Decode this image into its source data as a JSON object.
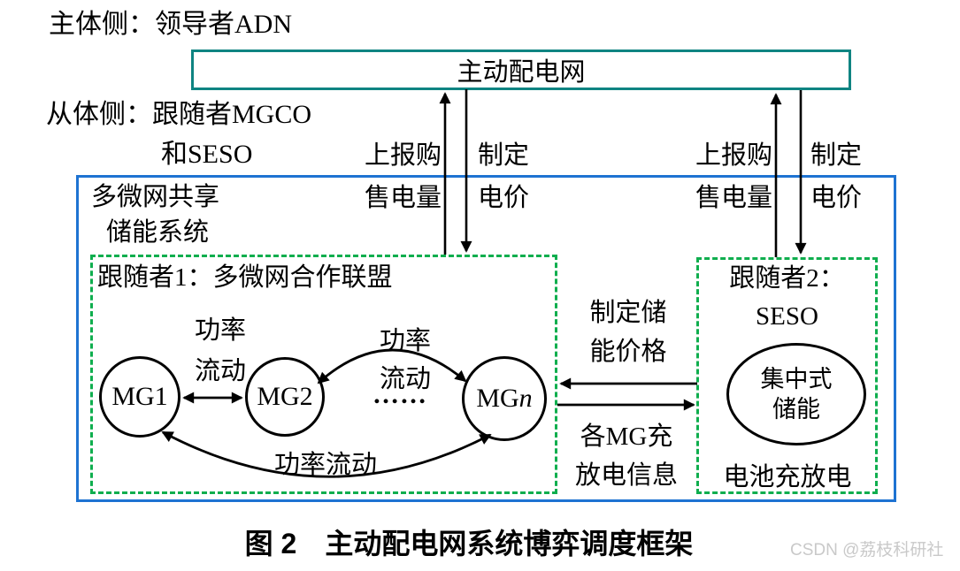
{
  "colors": {
    "teal": "#0f8482",
    "blue": "#1e73d2",
    "green": "#0fae4e",
    "black": "#000000",
    "watermark": "#c9c9c9"
  },
  "header": {
    "leader_label": "主体侧：领导者ADN",
    "adn_box": "主动配电网",
    "follower_line1": "从体侧：跟随者MGCO",
    "follower_line2": "和SESO"
  },
  "flows": {
    "report_left": {
      "line1": "上报购",
      "line2": "售电量"
    },
    "price_left": {
      "line1": "制定",
      "line2": "电价"
    },
    "report_right": {
      "line1": "上报购",
      "line2": "售电量"
    },
    "price_right": {
      "line1": "制定",
      "line2": "电价"
    },
    "storage_price": {
      "line1": "制定储",
      "line2": "能价格"
    },
    "mg_info": {
      "line1": "各MG充",
      "line2": "放电信息"
    }
  },
  "system_box": {
    "title_line1": "多微网共享",
    "title_line2": "储能系统"
  },
  "mgco_box": {
    "title": "跟随者1：多微网合作联盟",
    "power_flow_top": {
      "line1": "功率",
      "line2": "流动"
    },
    "power_flow_mid": {
      "line1": "功率",
      "line2": "流动"
    },
    "power_flow_bottom": "功率流动",
    "dots": "……",
    "mg1": "MG1",
    "mg2": "MG2",
    "mgn": {
      "prefix": "MG",
      "suffix": "n"
    }
  },
  "seso_box": {
    "title_line1": "跟随者2：",
    "title_line2": "SESO",
    "ellipse_line1": "集中式",
    "ellipse_line2": "储能",
    "bottom_label": "电池充放电"
  },
  "caption": "图 2　主动配电网系统博弈调度框架",
  "watermark": "CSDN @荔枝科研社"
}
